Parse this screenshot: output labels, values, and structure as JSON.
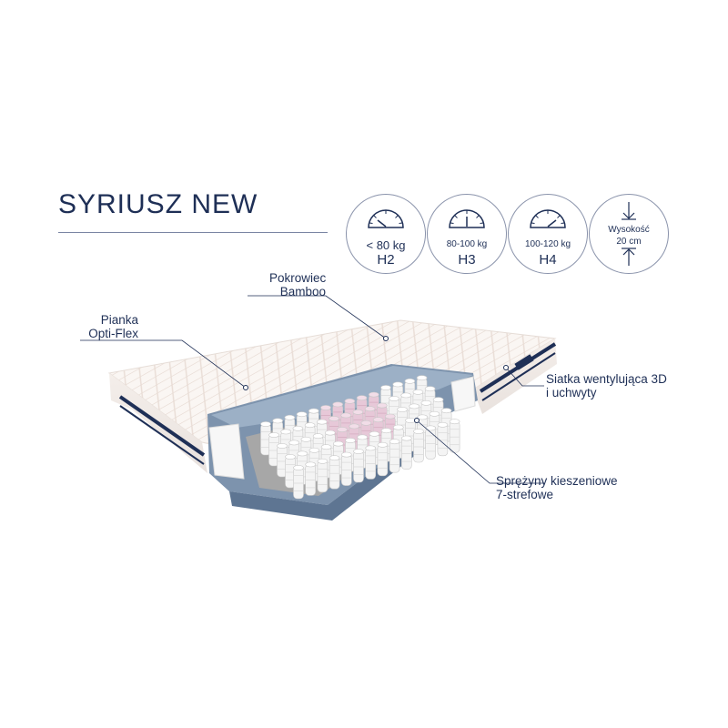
{
  "title": "SYRIUSZ NEW",
  "badges": [
    {
      "weight": "< 80 kg",
      "hardness": "H2",
      "needle": "low"
    },
    {
      "weight": "80-100 kg",
      "hardness": "H3",
      "needle": "mid"
    },
    {
      "weight": "100-120 kg",
      "hardness": "H4",
      "needle": "high"
    }
  ],
  "height_badge": {
    "label": "Wysokość",
    "value": "20 cm"
  },
  "callouts": {
    "cover": {
      "line1": "Pokrowiec",
      "line2": "Bamboo"
    },
    "foam": {
      "line1": "Pianka",
      "line2": "Opti-Flex"
    },
    "mesh": {
      "line1": "Siatka wentylująca 3D",
      "line2": "i uchwyty"
    },
    "springs": {
      "line1": "Sprężyny kieszeniowe",
      "line2": "7-strefowe"
    }
  },
  "colors": {
    "navy": "#1e2f56",
    "foam_blue": "#7d93ad",
    "spring_pink": "#e7c8d8",
    "spring_white": "#f4f4f4",
    "cover": "#faf6f3"
  }
}
